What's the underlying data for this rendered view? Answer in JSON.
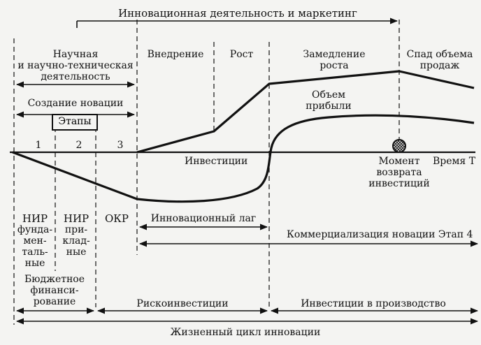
{
  "labels": {
    "top_span": "Инновационная деятельность и маркетинг",
    "phase_research": [
      "Научная",
      "и научно-техническая",
      "деятельность"
    ],
    "phase_intro": "Внедрение",
    "phase_growth": "Рост",
    "phase_slowdown": [
      "Замедление",
      "роста"
    ],
    "phase_decline": [
      "Спад объема",
      "продаж"
    ],
    "creation": "Создание новации",
    "stages_box": "Этапы",
    "stage1": "1",
    "stage2": "2",
    "stage3": "3",
    "profit": [
      "Объем",
      "прибыли"
    ],
    "investments": "Инвестиции",
    "payback": [
      "Момент",
      "возврата",
      "инвестиций"
    ],
    "time": "Время Т",
    "nir_fund": [
      "НИР",
      "фунда-",
      "мен-",
      "таль-",
      "ные"
    ],
    "nir_applied": [
      "НИР",
      "при-",
      "клад-",
      "ные"
    ],
    "okr": "ОКР",
    "innov_lag": "Инновационный лаг",
    "commercialization": "Коммерциализация новации  Этап 4",
    "budget": [
      "Бюджетное",
      "финанси-",
      "рование"
    ],
    "risk_invest": "Рискоинвестиции",
    "prod_invest": "Инвестиции в производство",
    "life_cycle": "Жизненный цикл инновации"
  }
}
